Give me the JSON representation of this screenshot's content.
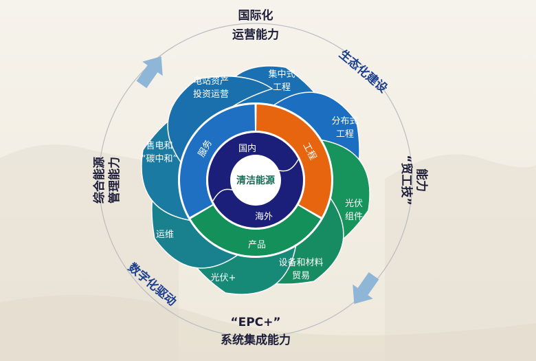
{
  "center": {
    "label": "清洁能源"
  },
  "inner_ring": {
    "top": "国内",
    "bottom": "海外"
  },
  "middle_ring": [
    {
      "label": "服务",
      "color": "#1f6fc2"
    },
    {
      "label": "工程",
      "color": "#e8650f"
    },
    {
      "label": "产品",
      "color": "#14905a"
    }
  ],
  "petals": [
    {
      "lines": [
        "集中式",
        "工程"
      ],
      "color": "#1b6fb3"
    },
    {
      "lines": [
        "分布式",
        "工程"
      ],
      "color": "#1c6ec0"
    },
    {
      "lines": [
        "光伏",
        "组件"
      ],
      "color": "#17935c"
    },
    {
      "lines": [
        "设备和材料",
        "贸易"
      ],
      "color": "#178c62"
    },
    {
      "lines": [
        "光伏+"
      ],
      "color": "#168a76"
    },
    {
      "lines": [
        "运维"
      ],
      "color": "#19818e"
    },
    {
      "lines": [
        "售电和",
        "“碳中和”"
      ],
      "color": "#1a7aa2"
    },
    {
      "lines": [
        "电站资产",
        "投资运营"
      ],
      "color": "#1a70ac"
    }
  ],
  "outer_labels": {
    "top": [
      "国际化",
      "运营能力"
    ],
    "top_right": "生态化建设",
    "right": [
      "“贸工技”",
      "能力"
    ],
    "bottom": [
      "“EPC+”",
      "系统集成能力"
    ],
    "bottom_left": "数字化驱动",
    "left": [
      "综合能源",
      "管理能力"
    ]
  },
  "colors": {
    "navy": "#1b1f7a",
    "arrow": "#8fb6d6",
    "outer_text": "#1c3f8f"
  }
}
